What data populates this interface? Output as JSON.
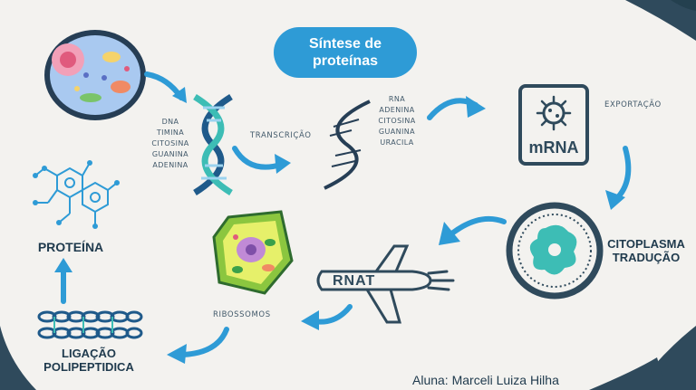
{
  "title": {
    "line1": "Síntese de",
    "line2": "proteínas"
  },
  "dna_bases": [
    "DNA",
    "TIMINA",
    "CITOSINA",
    "GUANINA",
    "ADENINA"
  ],
  "rna_bases": [
    "RNA",
    "ADENINA",
    "CITOSINA",
    "GUANINA",
    "URACILA"
  ],
  "labels": {
    "transcricao": "TRANSCRIÇÃO",
    "exportacao": "EXPORTAÇÃO",
    "mrna": "mRNA",
    "citoplasma": "CITOPLASMA",
    "traducao": "TRADUÇÃO",
    "rnat": "RNAT",
    "ribossomos": "RIBOSSOMOS",
    "proteina": "PROTEÍNA",
    "ligacao_line1": "LIGAÇÃO",
    "ligacao_line2": "POLIPEPTIDICA"
  },
  "author": "Aluna: Marceli Luiza Hilha",
  "colors": {
    "accent": "#2e9bd6",
    "dark": "#2f4a5c",
    "teal": "#3dbdb5"
  }
}
